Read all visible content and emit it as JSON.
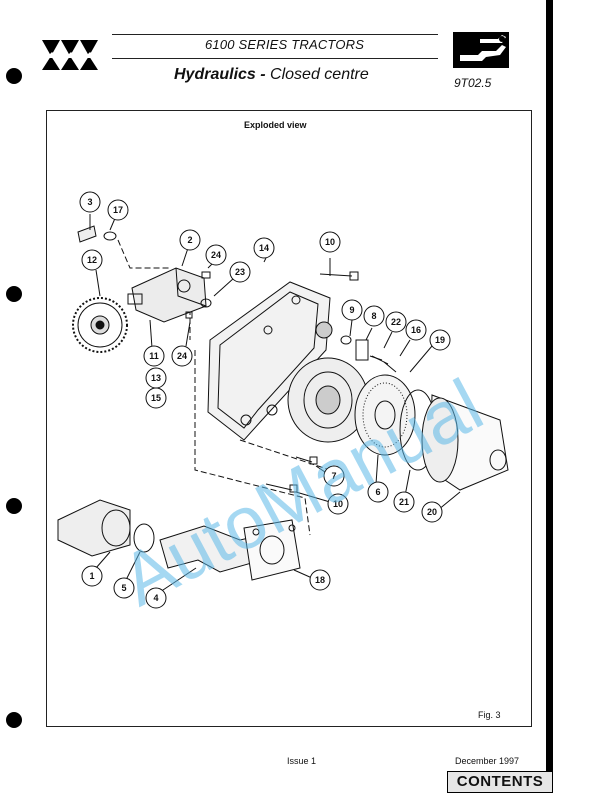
{
  "header": {
    "series": "6100 SERIES TRACTORS",
    "section_bold": "Hydraulics -",
    "section_rest": "Closed centre",
    "page_code": "9T02.5"
  },
  "figure": {
    "title": "Exploded view",
    "label": "Fig. 3",
    "callouts": [
      "1",
      "2",
      "3",
      "4",
      "5",
      "6",
      "7",
      "8",
      "9",
      "10",
      "10",
      "11",
      "12",
      "13",
      "14",
      "15",
      "16",
      "17",
      "18",
      "19",
      "20",
      "21",
      "22",
      "23",
      "24",
      "24"
    ]
  },
  "footer": {
    "issue": "Issue 1",
    "date": "December 1997",
    "contents_button": "CONTENTS"
  },
  "watermark": "AutoManual",
  "colors": {
    "watermark": "#5bb8e8",
    "ink": "#111111"
  },
  "icons": [
    "brand-logo-icon",
    "wrench-hand-icon",
    "binder-hole-icon"
  ]
}
